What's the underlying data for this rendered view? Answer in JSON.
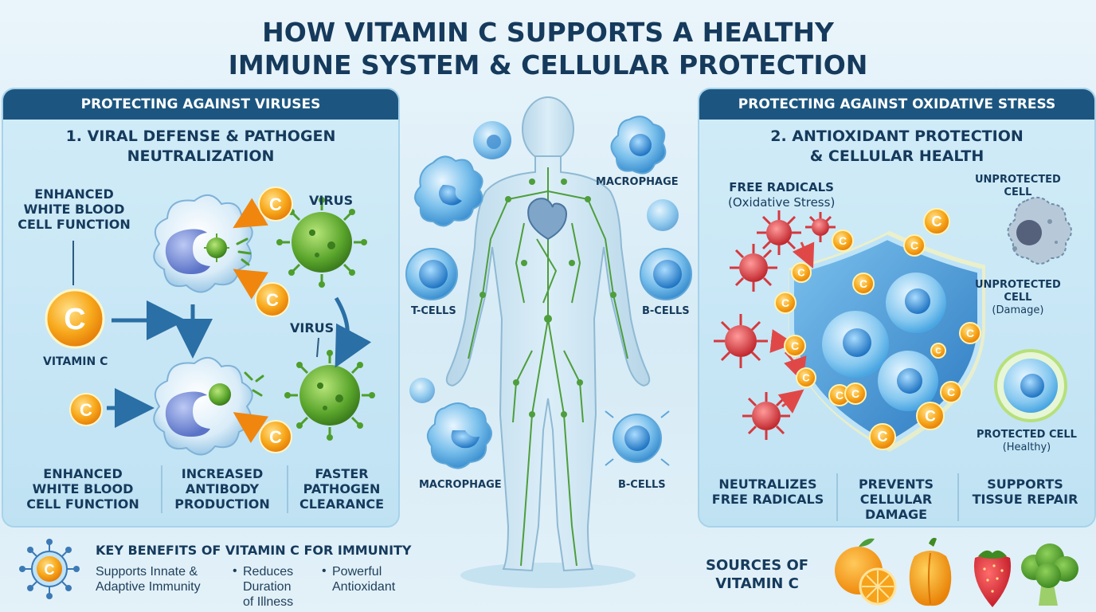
{
  "title": {
    "line1": "HOW VITAMIN C SUPPORTS A HEALTHY",
    "line2": "IMMUNE SYSTEM & CELLULAR PROTECTION"
  },
  "left_panel": {
    "header": "PROTECTING AGAINST VIRUSES",
    "section_title_1": "1. VIRAL DEFENSE & PATHOGEN",
    "section_title_2": "NEUTRALIZATION",
    "label_wbc": [
      "ENHANCED",
      "WHITE BLOOD",
      "CELL FUNCTION"
    ],
    "label_virus_top": "VIRUS",
    "label_virus_mid": "VIRUS",
    "label_vitamin_c": "VITAMIN C",
    "vitamin_letter": "C",
    "footer": [
      [
        "ENHANCED",
        "WHITE BLOOD",
        "CELL FUNCTION"
      ],
      [
        "INCREASED",
        "ANTIBODY",
        "PRODUCTION"
      ],
      [
        "FASTER",
        "PATHOGEN",
        "CLEARANCE"
      ]
    ]
  },
  "center": {
    "macrophage_top": "MACROPHAGE",
    "t_cells": "T-CELLS",
    "b_cells_mid": "B-CELLS",
    "macrophage_bottom": "MACROPHAGE",
    "b_cells_bottom": "B-CELLS"
  },
  "right_panel": {
    "header": "PROTECTING AGAINST OXIDATIVE STRESS",
    "section_title_1": "2. ANTIOXIDANT PROTECTION",
    "section_title_2": "& CELLULAR HEALTH",
    "free_radicals": "FREE RADICALS",
    "free_radicals_sub": "(Oxidative Stress)",
    "unprotected_top": [
      "UNPROTECTED",
      "CELL"
    ],
    "unprotected_mid": [
      "UNPROTECTED",
      "CELL"
    ],
    "unprotected_mid_sub": "(Damage)",
    "protected": "PROTECTED CELL",
    "protected_sub": "(Healthy)",
    "footer": [
      [
        "NEUTRALIZES",
        "FREE RADICALS"
      ],
      [
        "PREVENTS",
        "CELLULAR",
        "DAMAGE"
      ],
      [
        "SUPPORTS",
        "TISSUE REPAIR"
      ]
    ]
  },
  "benefits": {
    "title": "KEY BENEFITS OF VITAMIN C FOR IMMUNITY",
    "items": [
      [
        "Supports Innate &",
        "Adaptive Immunity"
      ],
      [
        "Reduces",
        "Duration",
        "of Illness"
      ],
      [
        "Powerful",
        "Antioxidant"
      ]
    ],
    "bullet": "•"
  },
  "sources": {
    "label": [
      "SOURCES OF",
      "VITAMIN C"
    ]
  },
  "colors": {
    "header_bg": "#1c5680",
    "vitamin_orange": "#f39a12",
    "virus_green": "#5aa52c",
    "radical_red": "#d6383d",
    "cell_blue": "#4aa6e2",
    "vein_green": "#4e9e3c"
  }
}
